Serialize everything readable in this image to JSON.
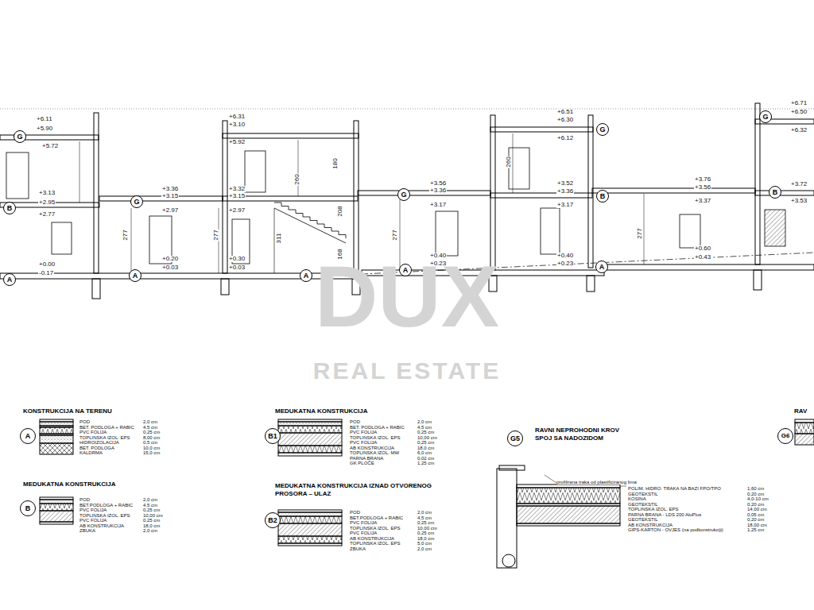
{
  "diagram": {
    "nodes": [
      {
        "text": [
          "G"
        ]
      },
      {
        "text": [
          "B"
        ]
      },
      {
        "text": [
          "A"
        ]
      },
      {
        "text": [
          "G"
        ]
      },
      {
        "text": [
          "A"
        ]
      },
      {
        "text": [
          "A"
        ]
      },
      {
        "text": [
          "G"
        ]
      },
      {
        "text": [
          "A"
        ]
      },
      {
        "text": [
          "G"
        ]
      },
      {
        "text": [
          "B"
        ]
      },
      {
        "text": [
          "A"
        ]
      },
      {
        "text": [
          "G"
        ]
      },
      {
        "text": [
          "B"
        ]
      },
      {
        "text": [
          "A",
          "KONSTRUKCIJA NA TERENU"
        ]
      },
      {
        "text": [
          "B",
          "MEDUKATNA KONSTRUKCIJA"
        ]
      },
      {
        "text": [
          "B1",
          "MEDUKATNA KONSTRUKCIJA"
        ]
      },
      {
        "text": [
          "B2",
          "MEDUKATNA KONSTRUKCIJA IZNAD OTVORENOG PROSORA – ULAZ"
        ]
      },
      {
        "text": [
          "G5",
          "RAVNI NEPROHODNI KROV SPOJ SA NADOZIDOM"
        ]
      },
      {
        "text": [
          "G6",
          "RAV"
        ]
      }
    ],
    "labels": [
      "+6.11",
      "+5.90",
      "+5.72",
      "+3.13",
      "+2.95",
      "+2.77",
      "+0.00",
      "-0.17",
      "+3.36",
      "+3.15",
      "+2.97",
      "277",
      "277",
      "+0.20",
      "+0.03",
      "+6.31",
      "+3.10",
      "+5.92",
      "260",
      "180",
      "+3.32",
      "+3.15",
      "+2.97",
      "311",
      "208",
      "168",
      "+0.30",
      "+0.03",
      "+3.56",
      "+3.36",
      "+3.17",
      "277",
      "+0.40",
      "+0.23",
      "+6.51",
      "+6.30",
      "+6.12",
      "260",
      "+3.52",
      "+3.36",
      "+3.17",
      "+0.40",
      "+0.23",
      "+3.76",
      "+3.56",
      "+3.37",
      "277",
      "+0.60",
      "+0.43",
      "+6.71",
      "+6.50",
      "+6.32",
      "+3.72",
      "+3.53",
      "DUX",
      "REAL ESTATE",
      "POD",
      "2,0 cm",
      "BET. PODLOGA + RABIC",
      "4,5 cm",
      "PVC FOLIJA",
      "0,25 cm",
      "TOPLINSKA IZOL. EPS",
      "8,00 cm",
      "HIDROIZOLACIJA",
      "0,5 cm",
      "BET. PODLOGA",
      "10,0 cm",
      "KALDRMA",
      "15,0 cm",
      "POD",
      "2,0 cm",
      "BET.PODLOGA + RABIC",
      "4,5 cm",
      "PVC FOLIJA",
      "0,25 cm",
      "TOPLINSKA IZOL. EPS",
      "10,00 cm",
      "PVC FOLIJA",
      "0,25 cm",
      "AB KONSTRUKCIJA",
      "18,0 cm",
      "ZBUKA",
      "2,0 cm",
      "POD",
      "2,0 cm",
      "BET. PODLOGA + RABIC",
      "4,5 cm",
      "PVC FOLIJA",
      "0,25 cm",
      "TOPLINSKA IZOL. EPS",
      "10,00 cm",
      "PVC FOLIJA",
      "0,25 cm",
      "AB KONSTRUKCIJA",
      "18,0 cm",
      "TOPLINSKA IZOL. MW",
      "6,0 cm",
      "PARNA BRANA",
      "0,02 cm",
      "GK PLOČE",
      "1,25 cm",
      "POD",
      "2,0 cm",
      "BET.PODLOGA + RABIC",
      "4,5 cm",
      "PVC FOLIJA",
      "0,25 cm",
      "TOPLINSKA IZOL. EPS",
      "10,00 cm",
      "PVC FOLIJA",
      "0,25 cm",
      "AB KONSTRUKCIJA",
      "18,0 cm",
      "TOPLINSKA IZOL. EPS",
      "5,0 cm",
      "ZBUKA",
      "2,0 cm",
      "profilirana traka od plastificiranog lima",
      "POLIM. HIDRO. TRAKA NA BAZI FPO/TPO",
      "1,60 cm",
      "GEOTEKSTIL",
      "0,20 cm",
      "KOSINA",
      "4,0-10 cm",
      "GEOTEKSTIL",
      "0,20 cm",
      "TOPLINSKA IZOL. EPS",
      "14,00 cm",
      "PARNA BRANA - LDS 200 AluPlus",
      "0,05 cm",
      "GEOTEKSTIL",
      "0,20 cm",
      "AB KONSTRUKCIJA",
      "18,00 cm",
      "GIPS-KARTON - OVJES (na podkonstrukciji)",
      "1,25 cm"
    ]
  }
}
